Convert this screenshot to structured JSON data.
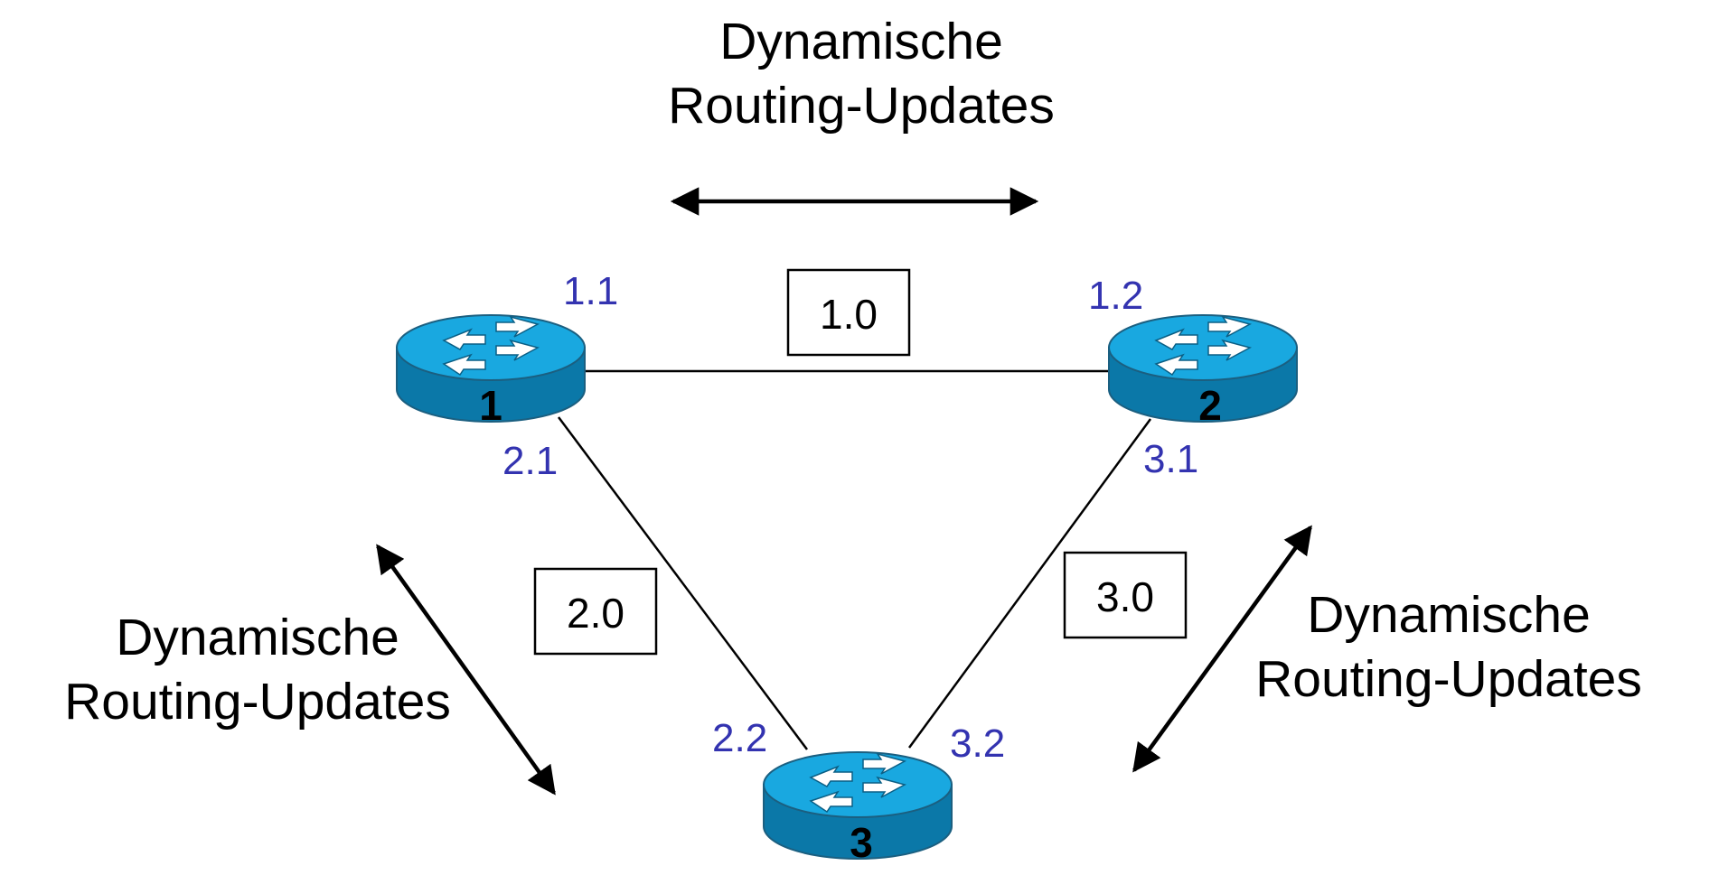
{
  "colors": {
    "router_top": "#19a8e0",
    "router_side": "#0b78a8",
    "router_edge": "#1b5f80",
    "interface_label": "#3333b0",
    "line": "#000000",
    "background": "#ffffff"
  },
  "captions": {
    "top": {
      "line1": "Dynamische",
      "line2": "Routing-Updates"
    },
    "left": {
      "line1": "Dynamische",
      "line2": "Routing-Updates"
    },
    "right": {
      "line1": "Dynamische",
      "line2": "Routing-Updates"
    }
  },
  "routers": [
    {
      "id": "1",
      "label": "1",
      "icon": "router-icon"
    },
    {
      "id": "2",
      "label": "2",
      "icon": "router-icon"
    },
    {
      "id": "3",
      "label": "3",
      "icon": "router-icon"
    }
  ],
  "networks": {
    "n1": "1.0",
    "n2": "2.0",
    "n3": "3.0"
  },
  "interfaces": {
    "r1_n1": "1.1",
    "r2_n1": "1.2",
    "r1_n2": "2.1",
    "r3_n2": "2.2",
    "r2_n3": "3.1",
    "r3_n3": "3.2"
  },
  "links": [
    {
      "from": "1",
      "to": "2",
      "network": "1.0"
    },
    {
      "from": "1",
      "to": "3",
      "network": "2.0"
    },
    {
      "from": "2",
      "to": "3",
      "network": "3.0"
    }
  ]
}
